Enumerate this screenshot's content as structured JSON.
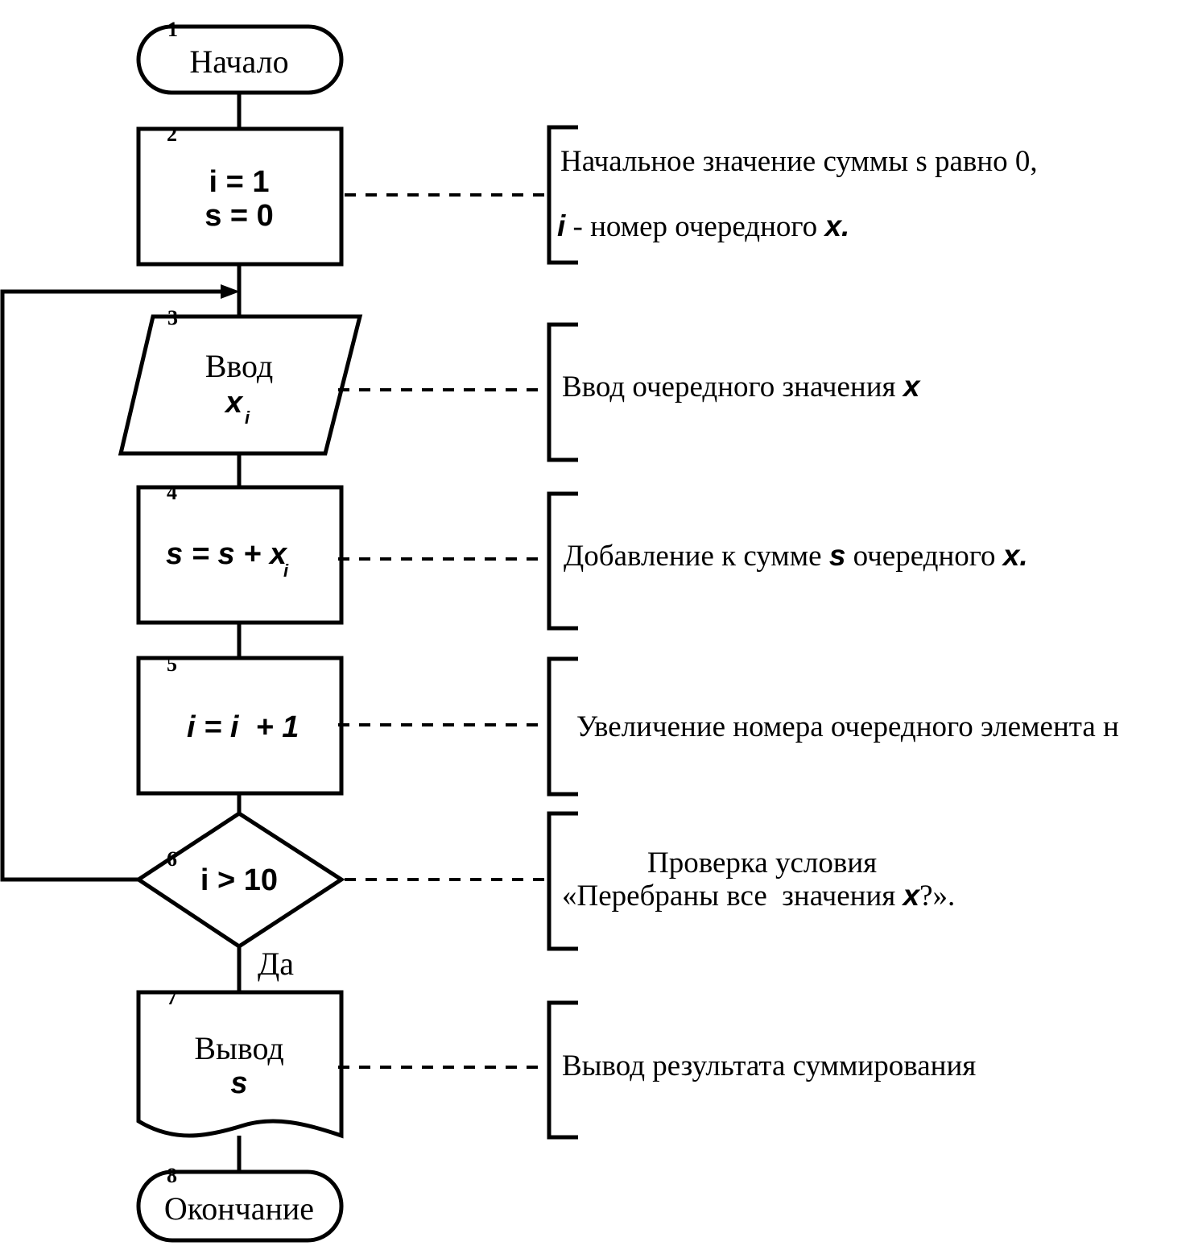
{
  "blocks": {
    "b1": {
      "num": "1",
      "text": "Начало"
    },
    "b2": {
      "num": "2",
      "line1": "i = 1",
      "line2": "s = 0"
    },
    "b3": {
      "num": "3",
      "line1": "Ввод",
      "var": "x",
      "sub": "i"
    },
    "b4": {
      "num": "4",
      "text": "s = s + x",
      "sub": "i"
    },
    "b5": {
      "num": "5",
      "text": "i = i  + 1"
    },
    "b6": {
      "num": "6",
      "text": "i > 10",
      "yes_label": "Да"
    },
    "b7": {
      "num": "7",
      "line1": "Вывод",
      "line2": "s"
    },
    "b8": {
      "num": "8",
      "text": "Окончание"
    }
  },
  "notes": {
    "n2_line1": "Начальное значение суммы s равно 0,",
    "n2_var": "i",
    "n2_line2": " - номер очередного ",
    "n2_x": "x.",
    "n3_text": "Ввод очередного значения ",
    "n3_x": "x",
    "n4_text": "Добавление к сумме ",
    "n4_s": "s",
    "n4_text2": " очередного ",
    "n4_x": "x.",
    "n5_text": "Увеличение номера очередного элемента н",
    "n6_line1": "Проверка условия",
    "n6_line2a": "«Перебраны все  значения ",
    "n6_x": "x",
    "n6_line2b": "?».",
    "n7_text": "Вывод результата суммирования"
  }
}
